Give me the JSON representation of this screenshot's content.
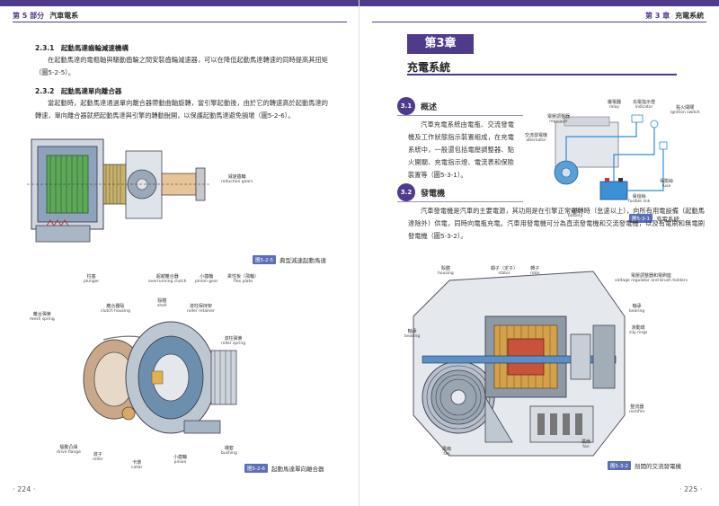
{
  "left_page": {
    "header": {
      "part": "第 5 部分",
      "title": "汽車電系"
    },
    "section_2_3_1": {
      "title": "2.3.1　起動馬達齒輪減速機構",
      "text": "在起動馬達的電樞軸與驅動齒輪之間安裝齒輪減速器，可以在降低起動馬達轉速的同時提高其扭矩（圖5-2-5）。"
    },
    "section_2_3_2": {
      "title": "2.3.2　起動馬達單向離合器",
      "text": "當起動時，起動馬達通過單向離合器帶動曲軸旋轉，當引擎起動後，由於它的轉速高於起動馬達的轉速，單向離合器就把起動馬達與引擎的轉動脫開，以保護起動馬達避免損壞（圖5-2-6）。"
    },
    "figure_5_2_5": {
      "badge": "圖5-2-5",
      "caption": "典型減速起動馬達",
      "callouts": {
        "reduction_gears": {
          "zh": "減速齒輪",
          "en": "reduction gears"
        },
        "plunger": {
          "zh": "柱塞",
          "en": "plunger"
        },
        "overrunning_clutch": {
          "zh": "超越離合器",
          "en": "overrunning clutch"
        },
        "pinion_gear": {
          "zh": "小齒輪",
          "en": "pinion gear"
        },
        "flex_plate": {
          "zh": "柔性板（飛輪）",
          "en": "flex plate"
        }
      }
    },
    "figure_5_2_6": {
      "badge": "圖5-2-6",
      "caption": "起動馬達單向離合器",
      "callouts": {
        "mesh_spring": {
          "zh": "離合彈簧",
          "en": "mesh spring"
        },
        "clutch_housing": {
          "zh": "離合器殼",
          "en": "clutch housing"
        },
        "shell": {
          "zh": "殼體",
          "en": "shell"
        },
        "roller_retainer": {
          "zh": "滾柱保持架",
          "en": "roller retainer"
        },
        "roller_spring": {
          "zh": "滾柱彈簧",
          "en": "roller spring"
        },
        "drive_flange": {
          "zh": "驅動凸緣",
          "en": "drive flange"
        },
        "roller": {
          "zh": "滾子",
          "en": "roller"
        },
        "collar": {
          "zh": "卡環",
          "en": "collar"
        },
        "pinion": {
          "zh": "小齒輪",
          "en": "pinion"
        },
        "bushing": {
          "zh": "襯套",
          "en": "bushing"
        }
      }
    },
    "page_number": "· 224 ·"
  },
  "right_page": {
    "header": {
      "part": "第 3 章",
      "title": "充電系統"
    },
    "chapter": {
      "label": "第3章",
      "title": "充電系統"
    },
    "section_3_1": {
      "number": "3.1",
      "title": "概述",
      "text": "汽車充電系統由電瓶、交流發電機及工作狀態指示裝置組成，在充電系統中，一般還包括電壓調整器、點火開關、充電指示燈、電流表和保險裝置等（圖5-3-1）。"
    },
    "section_3_2": {
      "number": "3.2",
      "title": "發電機",
      "text": "汽車發電機是汽車的主要電源，其功用是在引擎正常運轉時（怠速以上），向所有用電設備（起動馬達除外）供電，同時向電瓶充電。汽車用發電機可分為直流發電機和交流發電機，以及有電刷和無電刷發電機（圖5-3-2）。"
    },
    "figure_5_3_1": {
      "badge": "圖5-3-1",
      "caption": "充電系統",
      "callouts": {
        "relay": {
          "zh": "繼電器",
          "en": "relay"
        },
        "indicator": {
          "zh": "充電指示燈",
          "en": "indicator"
        },
        "ignition_switch": {
          "zh": "點火開關",
          "en": "ignition switch"
        },
        "regulator": {
          "zh": "電壓調整器",
          "en": "regulator"
        },
        "alternator": {
          "zh": "交流發電機",
          "en": "alternator"
        },
        "fuse": {
          "zh": "保險絲",
          "en": "fuse"
        },
        "fusible_link": {
          "zh": "易熔絲",
          "en": "fusible link"
        },
        "battery": {
          "zh": "電瓶",
          "en": "battery"
        }
      }
    },
    "figure_5_3_2": {
      "badge": "圖5-3-2",
      "caption": "剖開的交流發電機",
      "callouts": {
        "housing": {
          "zh": "殼體",
          "en": "housing"
        },
        "stator": {
          "zh": "靜子（定子）",
          "en": "stator"
        },
        "rotor": {
          "zh": "轉子",
          "en": "rotor"
        },
        "vr_brush": {
          "zh": "電壓調整器和電刷座",
          "en": "voltage regulator and brush holders"
        },
        "bearing_r": {
          "zh": "軸承",
          "en": "bearing"
        },
        "slip_rings": {
          "zh": "滑動環",
          "en": "slip rings"
        },
        "bearing_l": {
          "zh": "軸承",
          "en": "bearing"
        },
        "rectifier": {
          "zh": "整流器",
          "en": "rectifier"
        },
        "fan_l": {
          "zh": "風扇",
          "en": "fan"
        },
        "fan_r": {
          "zh": "風扇",
          "en": "fan"
        }
      }
    },
    "page_number": "· 225 ·"
  }
}
